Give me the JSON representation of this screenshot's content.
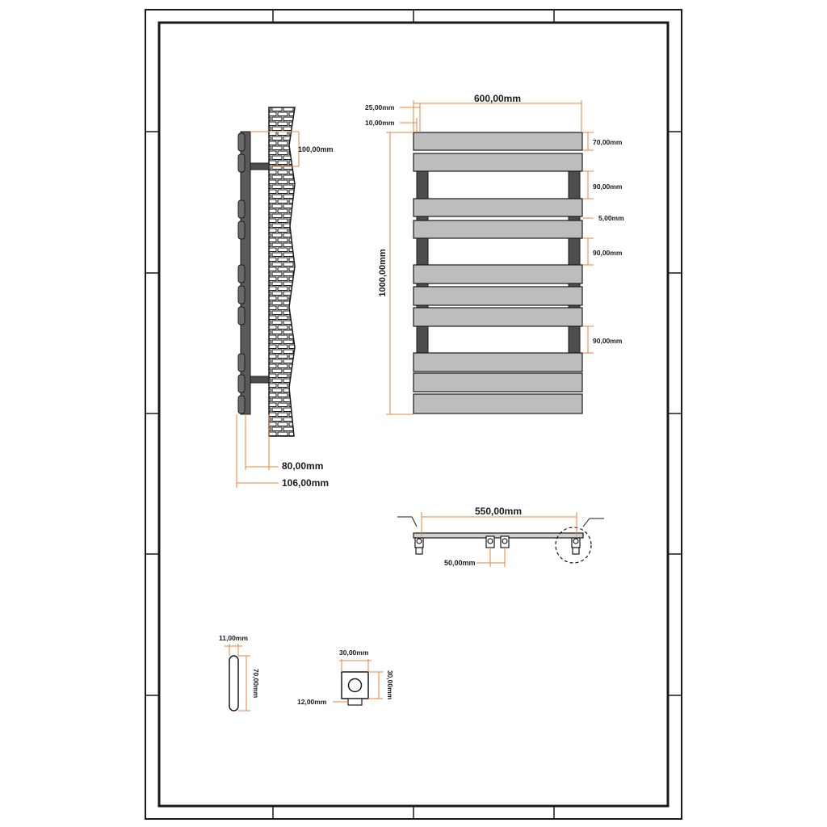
{
  "colors": {
    "dimension_line": "#e8843c",
    "outline": "#1a1a1a",
    "panel_fill": "#bdbdbd",
    "bracket_fill": "#4d4d4d",
    "sheet_fill": "#ffffff"
  },
  "front_view": {
    "width": "600,00mm",
    "height": "1000,00mm",
    "offset_top": "25,00mm",
    "offset_small": "10,00mm",
    "bar_height": "70,00mm",
    "gap_1": "90,00mm",
    "bar_gap": "5,00mm",
    "gap_2": "90,00mm",
    "gap_3": "90,00mm"
  },
  "side_view": {
    "wall_bracket": "100,00mm",
    "depth_inner": "80,00mm",
    "depth_outer": "106,00mm"
  },
  "top_view": {
    "connection_width": "550,00mm",
    "pipe_spacing": "50,00mm"
  },
  "bar_section": {
    "thickness": "11,00mm",
    "height": "70,00mm"
  },
  "collector_section": {
    "width": "30,00mm",
    "height": "30,00mm",
    "nipple": "12,00mm"
  },
  "icons": {
    "sheet_frame": "drawing-frame",
    "brick_wall": "brick-wall-icon",
    "detail_circle": "detail-circle-icon"
  }
}
